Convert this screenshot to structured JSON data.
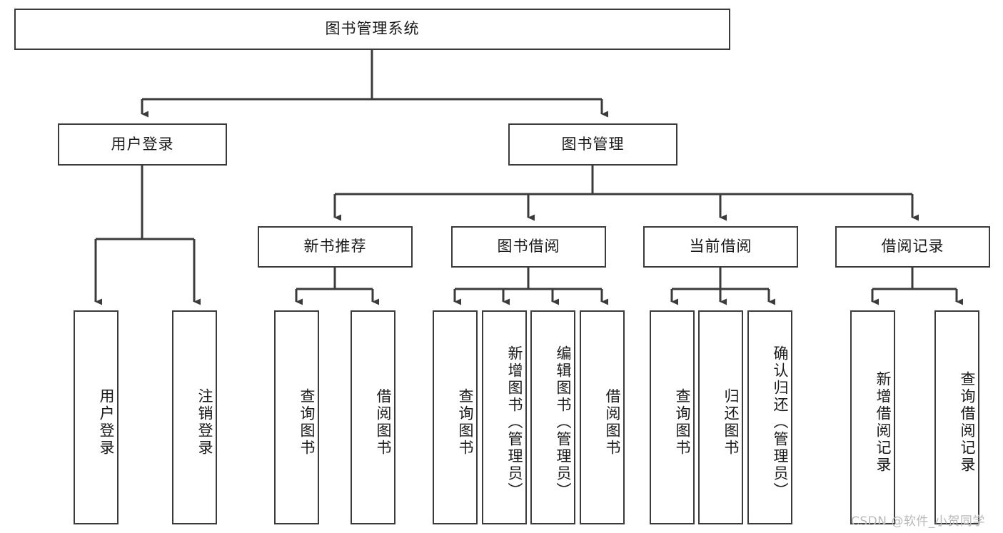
{
  "diagram": {
    "title": "图书管理系统",
    "type": "hierarchy-tree",
    "stroke_color": "#3b3b3b",
    "background_color": "#ffffff",
    "root": {
      "label": "图书管理系统"
    },
    "level2": [
      {
        "label": "用户登录"
      },
      {
        "label": "图书管理"
      }
    ],
    "level3": [
      {
        "label": "新书推荐"
      },
      {
        "label": "图书借阅"
      },
      {
        "label": "当前借阅"
      },
      {
        "label": "借阅记录"
      }
    ],
    "leaves": {
      "user_login": [
        {
          "label": "用户登录"
        },
        {
          "label": "注销登录"
        }
      ],
      "new_book_recommend": [
        {
          "label": "查询图书"
        },
        {
          "label": "借阅图书"
        }
      ],
      "book_borrow": [
        {
          "label": "查询图书"
        },
        {
          "label": "新增图书（管理员）"
        },
        {
          "label": "编辑图书（管理员）"
        },
        {
          "label": "借阅图书"
        }
      ],
      "current_borrow": [
        {
          "label": "查询图书"
        },
        {
          "label": "归还图书"
        },
        {
          "label": "确认归还（管理员）"
        }
      ],
      "borrow_record": [
        {
          "label": "新增借阅记录"
        },
        {
          "label": "查询借阅记录"
        }
      ]
    }
  },
  "watermark": {
    "text": "CSDN @软件_小贺同学"
  }
}
